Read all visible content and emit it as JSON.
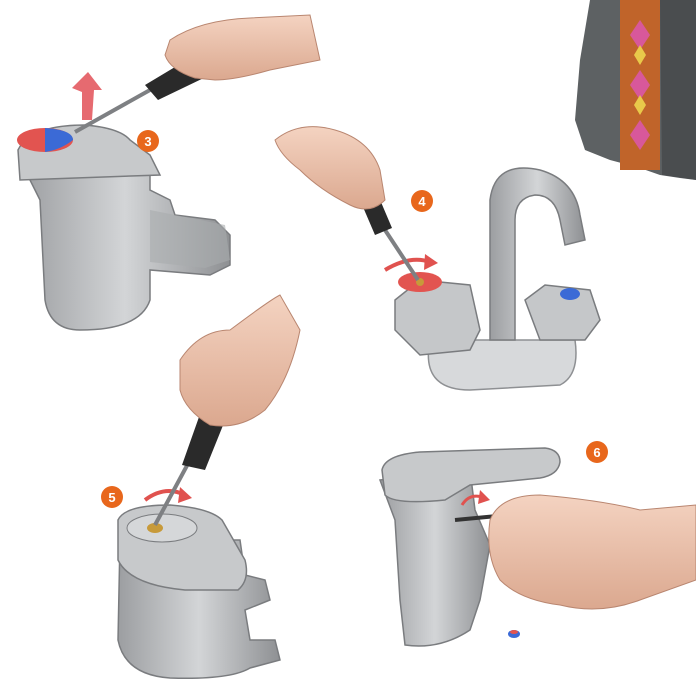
{
  "steps": [
    {
      "number": "3"
    },
    {
      "number": "4"
    },
    {
      "number": "5"
    },
    {
      "number": "6"
    }
  ],
  "colors": {
    "badge": "#e8671c",
    "chrome": "#b9bbbd",
    "chrome_dark": "#8f9194",
    "skin": "#f2c9b3",
    "skin_shade": "#c9967f",
    "handle_dark": "#2a2a2a",
    "arrow_red": "#e0524f",
    "cap_red": "#e44c4c",
    "cap_blue": "#3b6ad6"
  },
  "icons": [
    "screwdriver-icon",
    "hand-icon",
    "faucet-icon",
    "rotate-arrow-icon",
    "up-arrow-icon",
    "allen-key-icon"
  ]
}
